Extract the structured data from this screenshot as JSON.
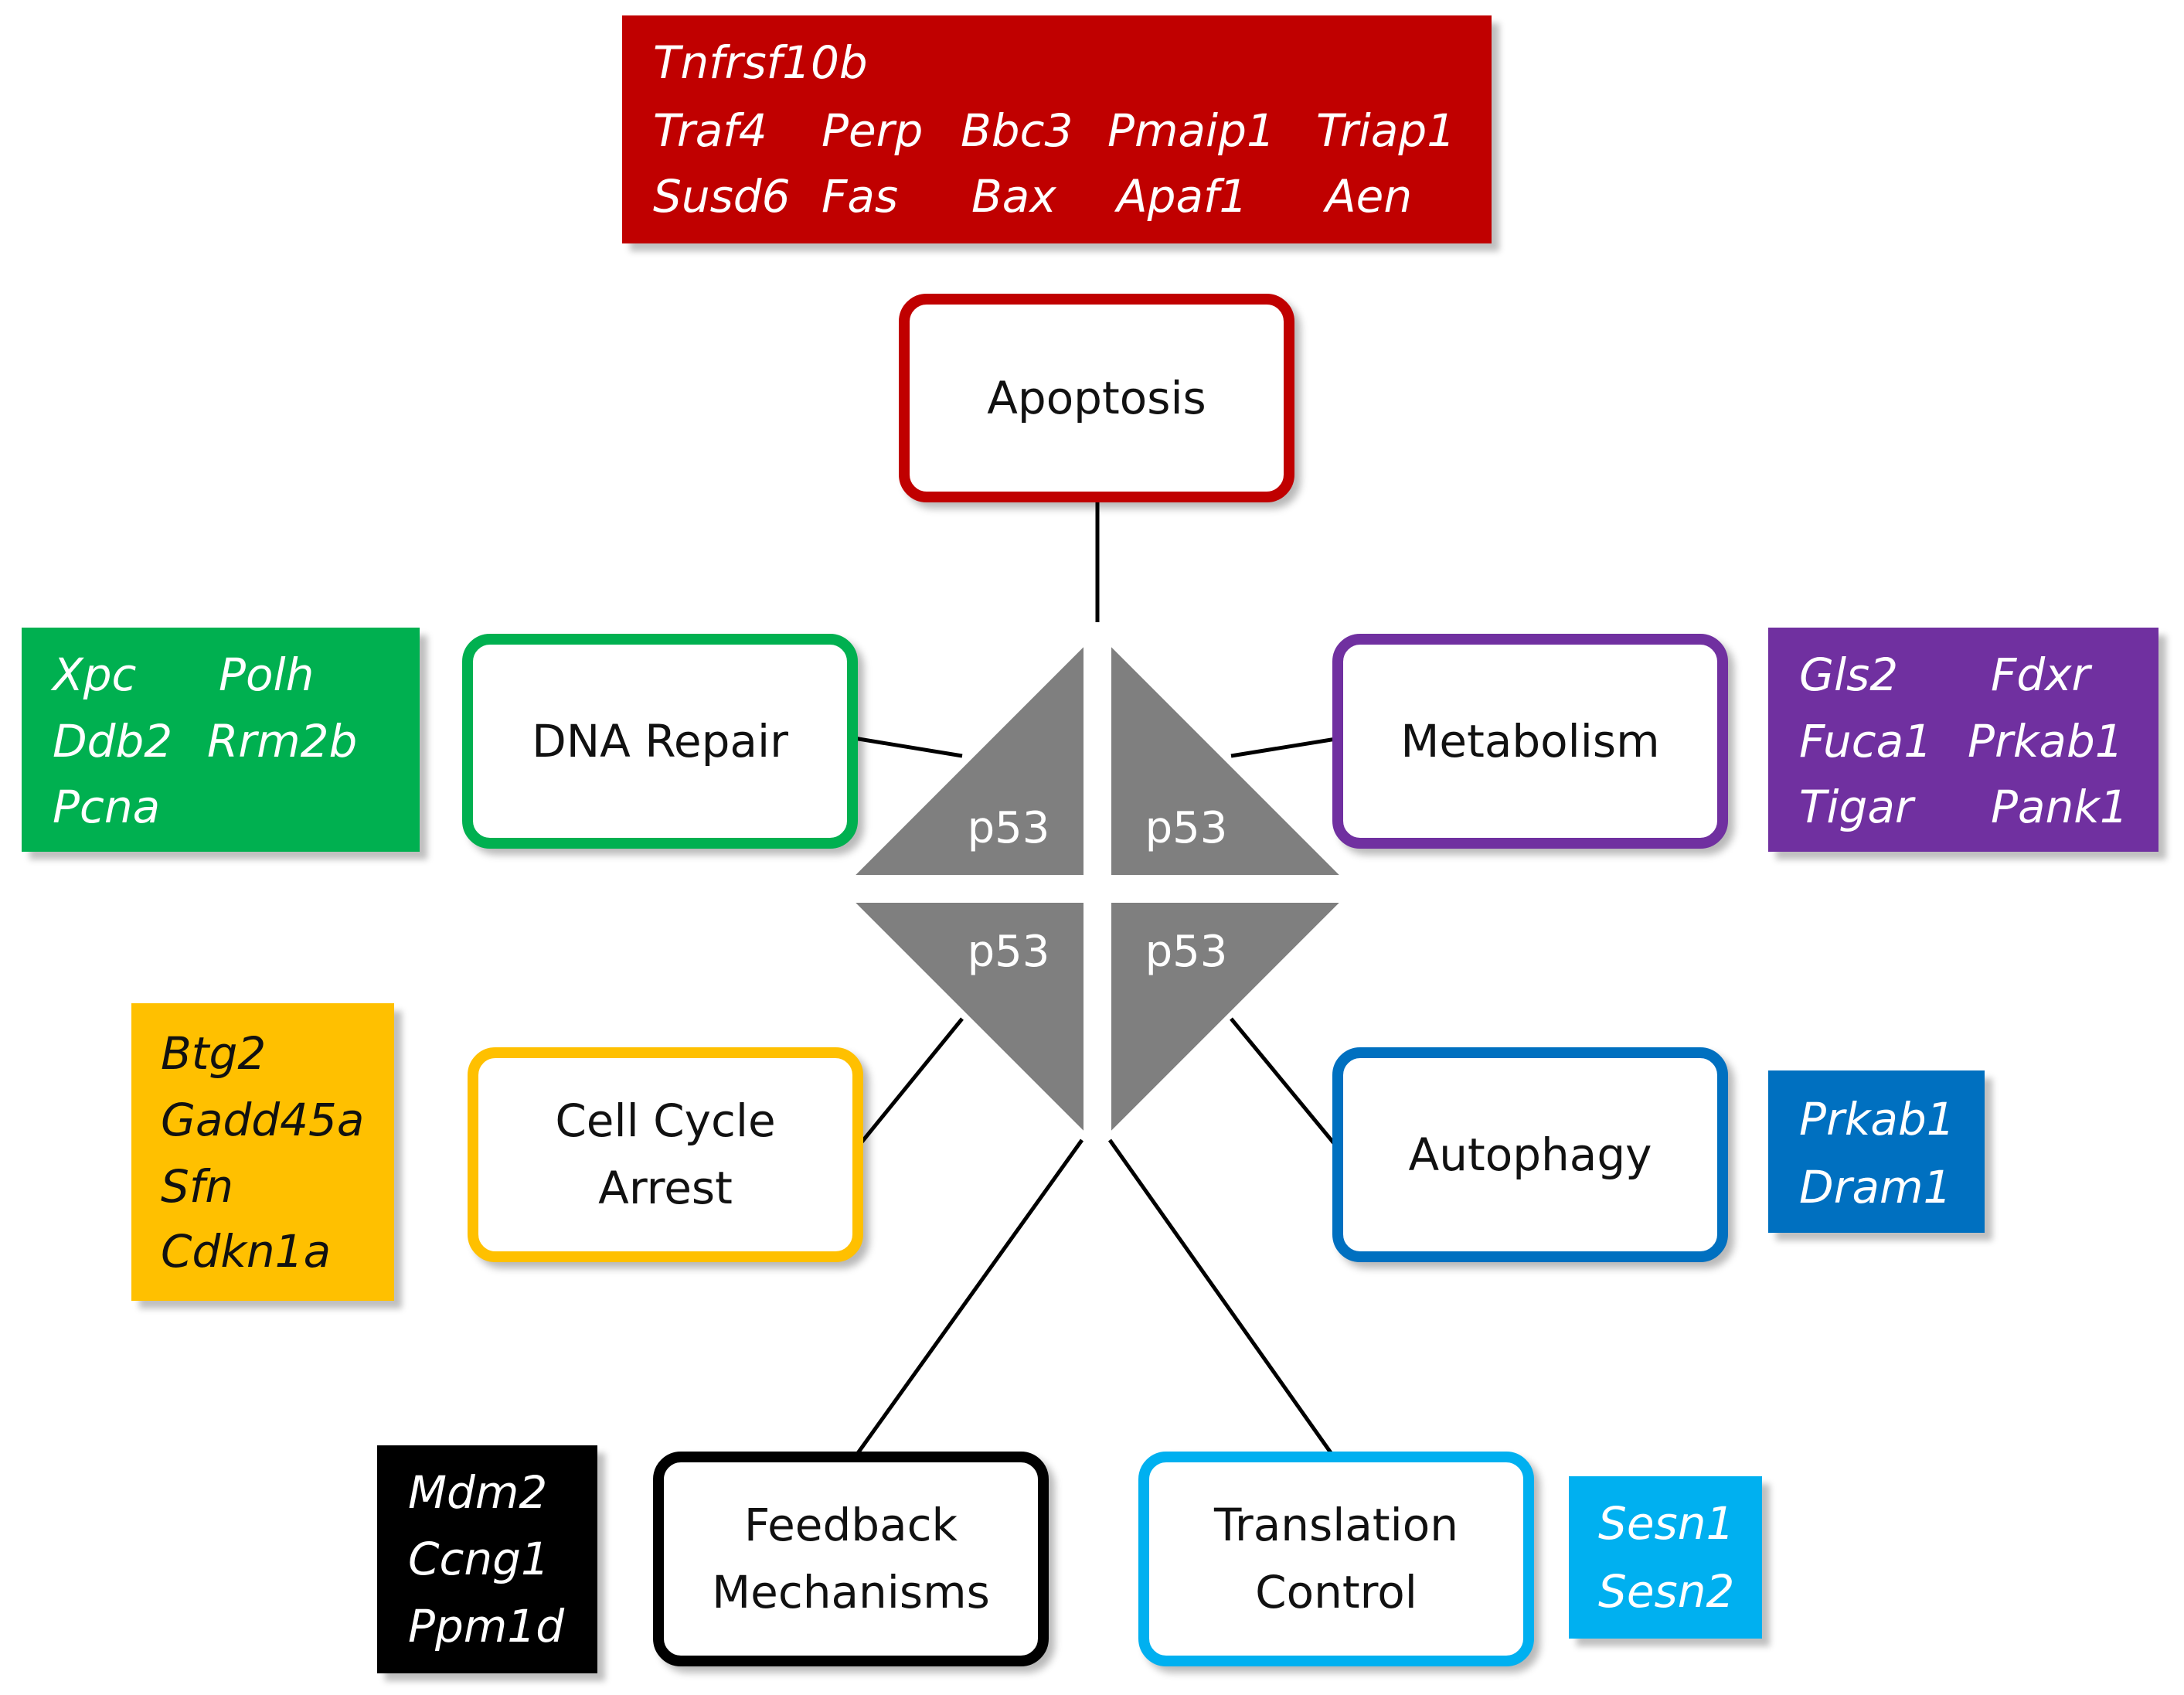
{
  "center": {
    "label": "p53",
    "color": "#7f7f7f"
  },
  "functions": [
    {
      "id": "apoptosis",
      "lines": [
        "Apoptosis"
      ],
      "color": "#c00000",
      "genes": [
        "Tnfrsf10b",
        "Traf4",
        "Perp",
        "Bbc3",
        "Pmaip1",
        "Triap1",
        "Susd6",
        "Fas",
        "Bax",
        "Apaf1",
        "Aen"
      ]
    },
    {
      "id": "dna-repair",
      "lines": [
        "DNA Repair"
      ],
      "color": "#00b050",
      "genes": [
        "Xpc",
        "Polh",
        "Ddb2",
        "Rrm2b",
        "Pcna"
      ]
    },
    {
      "id": "metabolism",
      "lines": [
        "Metabolism"
      ],
      "color": "#7030a0",
      "genes": [
        "Gls2",
        "Fdxr",
        "Fuca1",
        "Prkab1",
        "Tigar",
        "Pank1"
      ]
    },
    {
      "id": "cell-cycle-arrest",
      "lines": [
        "Cell Cycle",
        "Arrest"
      ],
      "color": "#ffc000",
      "genes": [
        "Btg2",
        "Gadd45a",
        "Sfn",
        "Cdkn1a"
      ]
    },
    {
      "id": "autophagy",
      "lines": [
        "Autophagy"
      ],
      "color": "#0070c0",
      "genes": [
        "Prkab1",
        "Dram1"
      ]
    },
    {
      "id": "feedback-mechanisms",
      "lines": [
        "Feedback",
        "Mechanisms"
      ],
      "color": "#000000",
      "genes": [
        "Mdm2",
        "Ccng1",
        "Ppm1d"
      ]
    },
    {
      "id": "translation-control",
      "lines": [
        "Translation",
        "Control"
      ],
      "color": "#00b0f0",
      "genes": [
        "Sesn1",
        "Sesn2"
      ]
    }
  ]
}
